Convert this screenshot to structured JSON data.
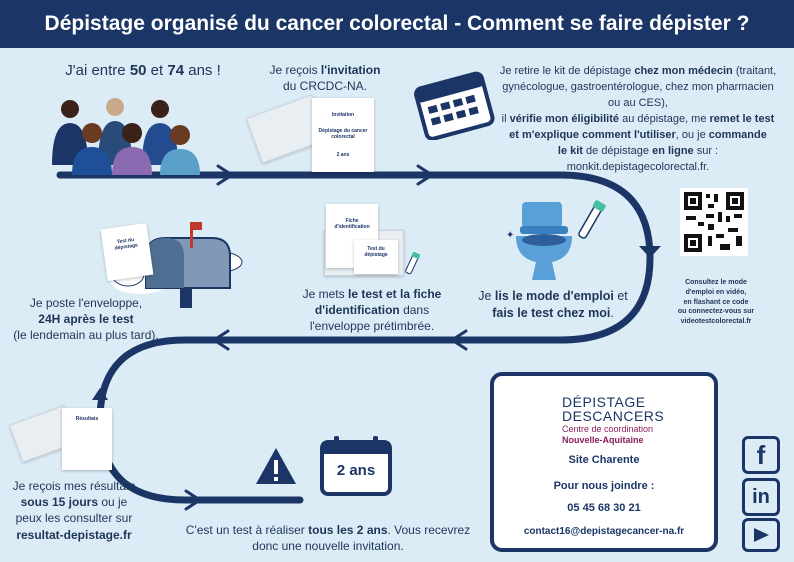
{
  "header": {
    "title": "Dépistage organisé du cancer colorectal - Comment se faire dépister ?"
  },
  "step1": {
    "pre": "J'ai entre ",
    "a": "50",
    "mid": " et ",
    "b": "74",
    "post": " ans !"
  },
  "step2": {
    "pre": "Je reçois ",
    "bold": "l'invitation",
    "post": "du CRCDC-NA."
  },
  "invitation_doc": {
    "title": "Invitation",
    "body1": "Dépistage du cancer",
    "body2": "colorectal",
    "foot": "2 ans"
  },
  "step3": {
    "l1a": "Je retire le kit de dépistage ",
    "l1b": "chez mon médecin",
    "l1c": " (traitant,",
    "l2": "gynécologue, gastroentérologue, chez mon pharmacien",
    "l3": "ou au CES),",
    "l4a": "il ",
    "l4b": "vérifie mon éligibilité",
    "l4c": " au dépistage, me ",
    "l4d": "remet le test",
    "l5a": "et m'explique comment l'utiliser",
    "l5b": ", ou je ",
    "l5c": "commande",
    "l6a": "le kit",
    "l6b": " de dépistage ",
    "l6c": "en ligne",
    "l6d": " sur :",
    "l7": "monkit.depistagecolorectal.fr."
  },
  "qr": {
    "l1": "Consultez le mode",
    "l2": "d'emploi en vidéo,",
    "l3": "en flashant ce code",
    "l4": "ou connectez-vous sur",
    "l5": "videotestcolorectal.fr"
  },
  "step4": {
    "pre": "Je ",
    "bold1": "lis le mode d'emploi",
    "mid": " et",
    "bold2": "fais le test chez moi",
    "post": "."
  },
  "step5": {
    "pre": "Je mets ",
    "bold": "le test et la fiche",
    "bold2": "d'identification",
    "mid": " dans",
    "post": "l'enveloppe prétimbrée."
  },
  "fiche_doc": {
    "t1": "Fiche",
    "t2": "d'identification",
    "t3": "Test du",
    "t4": "dépistage"
  },
  "step6": {
    "l1": "Je poste l'enveloppe,",
    "bold": "24H après le test",
    "l3": "(le lendemain au plus tard)."
  },
  "mailbox_doc": {
    "t1": "Test du",
    "t2": "dépistage"
  },
  "step7": {
    "l1": "Je reçois mes résultats",
    "bold1": "sous 15 jours",
    "l2b": " ou je",
    "l3": "peux les consulter sur",
    "bold2": "resultat-depistage.fr"
  },
  "results_doc": {
    "title": "Résultats"
  },
  "step8": {
    "pre": "C'est un test à réaliser ",
    "bold": "tous les 2 ans",
    "post": ". Vous recevrez",
    "l2": "donc une nouvelle invitation."
  },
  "calendar": {
    "label": "2 ans"
  },
  "card": {
    "logo_top": "DÉPISTAGE",
    "logo_bottom": "DESCANCERS",
    "sub1": "Centre de coordination",
    "sub2": "Nouvelle-Aquitaine",
    "site": "Site Charente",
    "contact_title": "Pour nous joindre :",
    "phone": "05 45 68 30 21",
    "email": "contact16@depistagecancer-na.fr"
  },
  "social": {
    "facebook": "f",
    "linkedin": "in"
  },
  "icons": [
    "people-icon",
    "calendar-icon",
    "toilet-icon",
    "mailbox-icon",
    "warning-icon",
    "facebook-icon",
    "linkedin-icon",
    "youtube-icon"
  ],
  "colors": {
    "navy": "#1b3566",
    "background": "#dcecf7",
    "accent": "#8a1e5c"
  }
}
